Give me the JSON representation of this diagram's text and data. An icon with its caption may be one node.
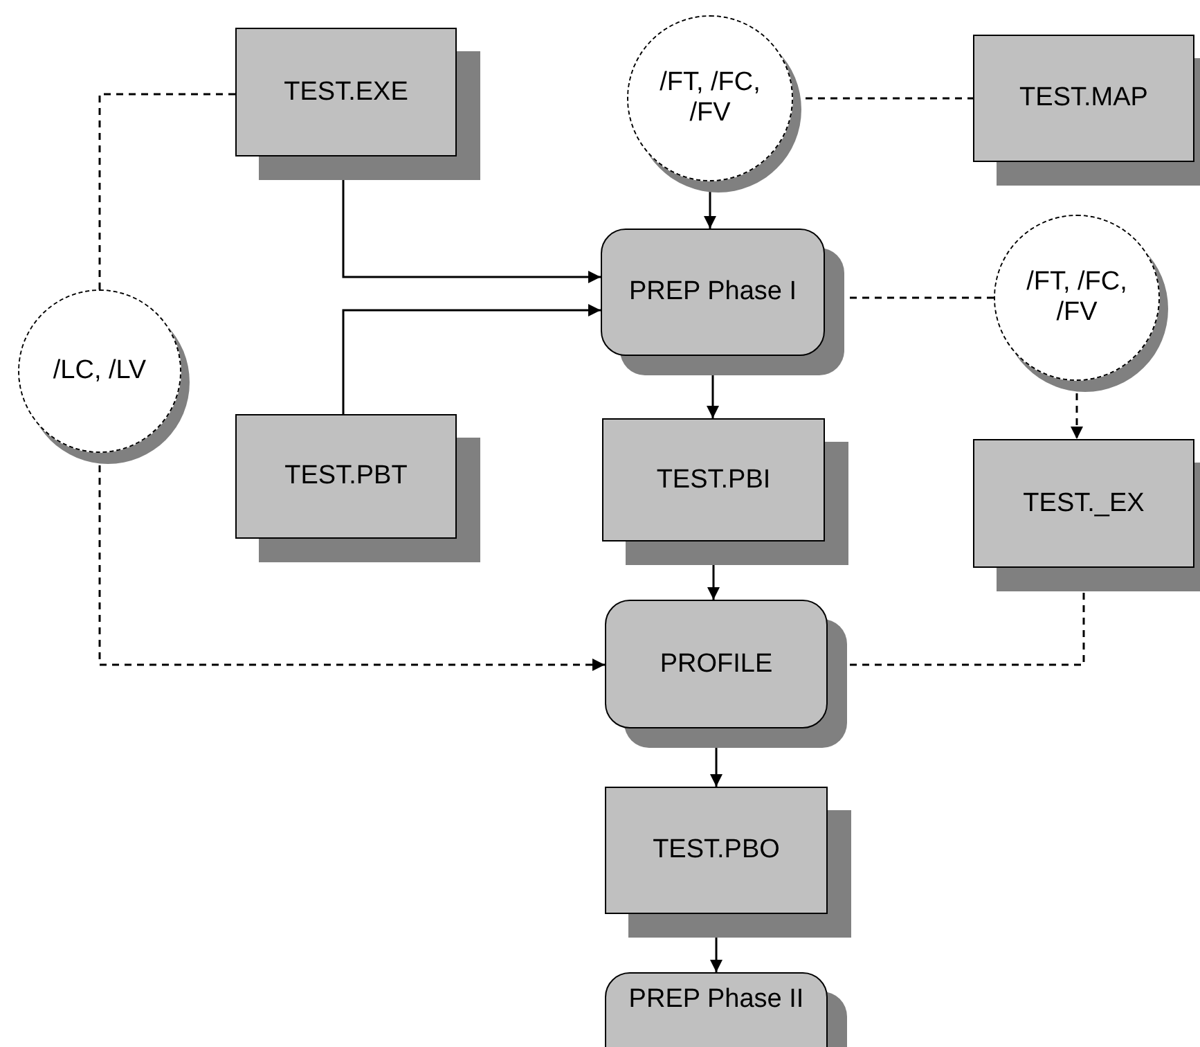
{
  "diagram": {
    "nodes": [
      {
        "text": [
          "TEST.EXE"
        ]
      },
      {
        "text": [
          "/FT, /FC, /FV"
        ]
      },
      {
        "text": [
          "TEST.MAP"
        ]
      },
      {
        "text": [
          "/LC, /LV"
        ]
      },
      {
        "text": [
          "PREP Phase I"
        ]
      },
      {
        "text": [
          "/FT, /FC, /FV"
        ]
      },
      {
        "text": [
          "TEST.PBT"
        ]
      },
      {
        "text": [
          "TEST.PBI"
        ]
      },
      {
        "text": [
          "TEST._EX"
        ]
      },
      {
        "text": [
          "PROFILE"
        ]
      },
      {
        "text": [
          "TEST.PBO"
        ]
      },
      {
        "text": [
          "PREP Phase II"
        ]
      }
    ],
    "edges": [
      {
        "from": 0,
        "to": 4,
        "arrow": "to"
      },
      {
        "from": 6,
        "to": 4,
        "arrow": "to"
      },
      {
        "from": 1,
        "to": 4,
        "arrow": "to"
      },
      {
        "from": 1,
        "to": 2,
        "arrow": "none",
        "style": "dashed"
      },
      {
        "from": 4,
        "to": 5,
        "arrow": "none",
        "style": "dashed"
      },
      {
        "from": 5,
        "to": 8,
        "arrow": "to",
        "style": "dashed"
      },
      {
        "from": 4,
        "to": 7,
        "arrow": "to"
      },
      {
        "from": 3,
        "to": 0,
        "arrow": "none",
        "style": "dashed"
      },
      {
        "from": 7,
        "to": 9,
        "arrow": "to"
      },
      {
        "from": 3,
        "to": 9,
        "arrow": "to",
        "style": "dashed"
      },
      {
        "from": 8,
        "to": 9,
        "arrow": "to",
        "style": "dashed"
      },
      {
        "from": 9,
        "to": 10,
        "arrow": "to"
      },
      {
        "from": 10,
        "to": 11,
        "arrow": "to"
      }
    ]
  }
}
